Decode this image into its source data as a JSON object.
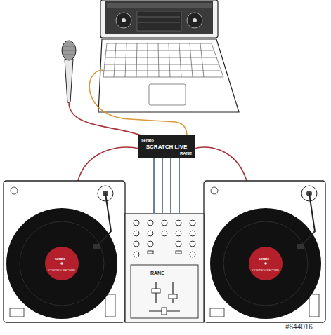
{
  "diagram": {
    "nodes": [
      {
        "text": [
          "serato",
          "SCRATCH LIVE",
          "RANE"
        ]
      },
      {
        "text": [
          "RANE"
        ]
      }
    ],
    "edges": [
      {
        "from": 0,
        "to": 1,
        "arrow": "none"
      },
      {
        "from": 0,
        "to": 1,
        "arrow": "none"
      },
      {
        "from": 0,
        "to": 1,
        "arrow": "none"
      },
      {
        "from": 0,
        "to": 1,
        "arrow": "none"
      }
    ],
    "labels": [
      "serato",
      "CONTROL RECORD",
      "serato",
      "CONTROL RECORD",
      "#644016"
    ]
  }
}
